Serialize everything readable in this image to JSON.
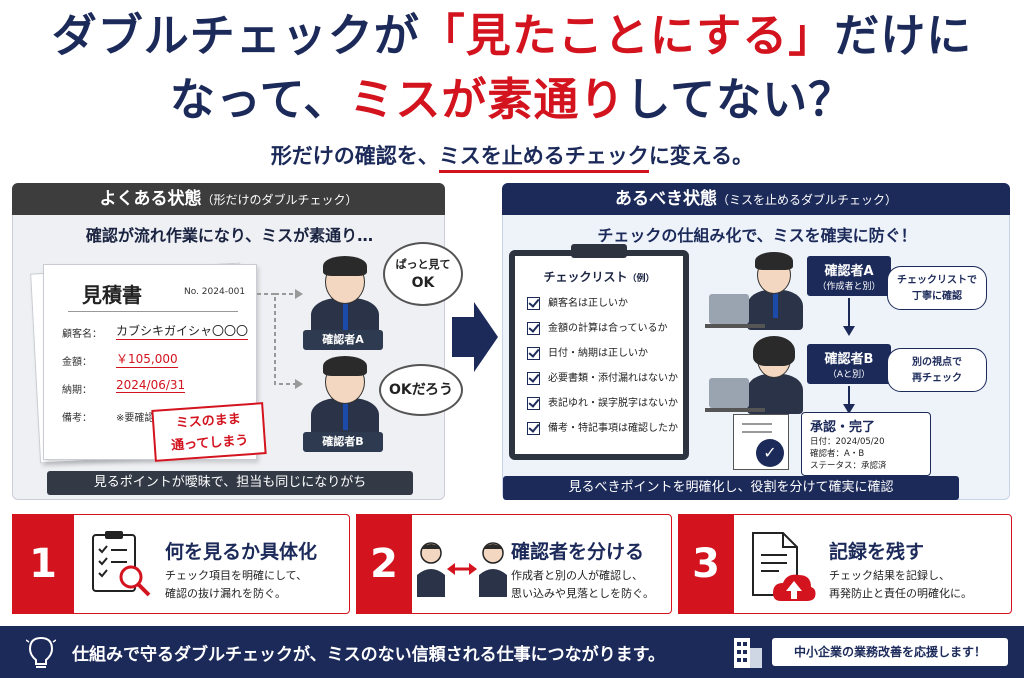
{
  "title": {
    "line1_a": "ダブルチェックが",
    "line1_b": "「見たことにする」",
    "line1_c": "だけに",
    "line2_a": "なって、",
    "line2_b": "ミスが素通り",
    "line2_c": "してない？"
  },
  "subtitle": {
    "a": "形だけの確認を、",
    "b": "ミスを止めるチェック",
    "c": "に変える。"
  },
  "left_panel": {
    "header": "よくある状態",
    "header_sub": "（形だけのダブルチェック）",
    "lead": "確認が流れ作業になり、ミスが素通り…",
    "doc_title": "見積書",
    "doc_no": "No. 2024-001",
    "fields": [
      {
        "label": "顧客名：",
        "value": "カブシキガイシャ〇〇〇"
      },
      {
        "label": "金額：",
        "value": "￥105,000"
      },
      {
        "label": "納期：",
        "value": "2024/06/31"
      },
      {
        "label": "備考：",
        "value": "※要確認"
      }
    ],
    "stamp_line1": "ミスのまま",
    "stamp_line2": "通ってしまう",
    "bubble_a_line1": "ぱっと見て",
    "bubble_a_line2": "OK",
    "bubble_b": "OKだろう",
    "checker_a": "確認者A",
    "checker_b": "確認者B",
    "footer": "見るポイントが曖昧で、担当も同じになりがち"
  },
  "right_panel": {
    "header": "あるべき状態",
    "header_sub": "（ミスを止めるダブルチェック）",
    "lead": "チェックの仕組み化で、ミスを確実に防ぐ！",
    "checklist_title": "チェックリスト",
    "checklist_title_sub": "（例）",
    "checklist": [
      "顧客名は正しいか",
      "金額の計算は合っているか",
      "日付・納期は正しいか",
      "必要書類・添付漏れはないか",
      "表記ゆれ・誤字脱字はないか",
      "備考・特記事項は確認したか"
    ],
    "checker_a": "確認者A",
    "checker_a_sub": "（作成者と別）",
    "checker_a_note_1": "チェックリストで",
    "checker_a_note_2": "丁寧に確認",
    "checker_b": "確認者B",
    "checker_b_sub": "（Aと別）",
    "checker_b_note_1": "別の視点で",
    "checker_b_note_2": "再チェック",
    "approval_title": "承認・完了",
    "approval_date": "日付：2024/05/20",
    "approval_checkers": "確認者：A・B",
    "approval_status": "ステータス：承認済",
    "footer": "見るべきポイントを明確化し、役割を分けて確実に確認"
  },
  "cards": [
    {
      "num": "1",
      "title": "何を見るか具体化",
      "desc1": "チェック項目を明確にして、",
      "desc2": "確認の抜け漏れを防ぐ。"
    },
    {
      "num": "2",
      "title": "確認者を分ける",
      "desc1": "作成者と別の人が確認し、",
      "desc2": "思い込みや見落としを防ぐ。"
    },
    {
      "num": "3",
      "title": "記録を残す",
      "desc1": "チェック結果を記録し、",
      "desc2": "再発防止と責任の明確化に。"
    }
  ],
  "footer": {
    "message": "仕組みで守るダブルチェックが、ミスのない信頼される仕事につながります。",
    "badge": "中小企業の業務改善を応援します！"
  },
  "colors": {
    "navy": "#1c2a5a",
    "red": "#d3141f"
  }
}
